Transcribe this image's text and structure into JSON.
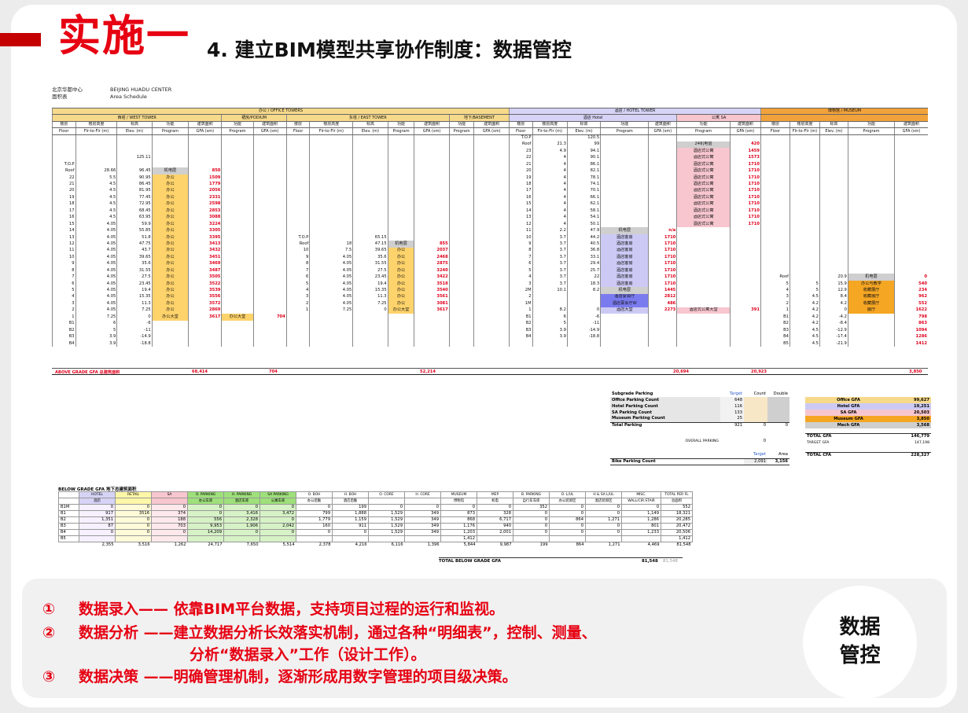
{
  "header": {
    "main_title": "实施一",
    "sub_title": "4. 建立BIM模型共享协作制度：数据管控"
  },
  "doc": {
    "head_cn": "北京华都中心",
    "head_cn2": "面积表",
    "head_en": "BEIJING HUADU CENTER",
    "head_en2": "Area Schedule",
    "groups": {
      "office": "办公 / OFFICE TOWERS",
      "west": "西塔 / WEST TOWER",
      "podium": "裙房/PODIUM",
      "east": "东塔 / EAST TOWER",
      "basement": "地下/BASEMENT",
      "hotel": "酒店 / HOTEL TOWER",
      "hotel_sub": "酒店 Hotel",
      "apt_sub": "公寓 SA",
      "museum": "博物馆 / MUSEUM"
    },
    "col_cn": [
      "楼层",
      "楼层高度",
      "标高",
      "功能",
      "建筑面积",
      "功能",
      "建筑面积",
      "楼层",
      "楼层高度",
      "标高",
      "功能",
      "建筑面积",
      "功能",
      "建筑面积",
      "楼层",
      "楼层高度",
      "标高",
      "功能",
      "建筑面积",
      "功能",
      "建筑面积",
      "楼层",
      "楼层高度",
      "标高",
      "功能",
      "建筑面积"
    ],
    "col_en": [
      "Floor",
      "Flr-to-Flr (m)",
      "Elev. (m)",
      "Program",
      "GFA (sm)",
      "Program",
      "GFA (sm)",
      "Floor",
      "Flr-to-Flr (m)",
      "Elev. (m)",
      "Program",
      "GFA (sm)",
      "Program",
      "GFA (sm)",
      "Floor",
      "Flr-to-Flr (m)",
      "Elev. (m)",
      "Program",
      "GFA (sm)",
      "Program",
      "GFA (sm)",
      "Floor",
      "Flr-to-Flr (m)",
      "Elev. (m)",
      "Program",
      "GFA (sm)"
    ],
    "rows": [
      [
        "",
        "",
        "",
        "",
        "",
        "",
        "",
        "",
        "",
        "",
        "",
        "",
        "",
        "",
        "T.O.P",
        "",
        "120.5",
        "",
        "",
        "",
        "",
        "",
        "",
        "",
        "",
        ""
      ],
      [
        "",
        "",
        "",
        "",
        "",
        "",
        "",
        "",
        "",
        "",
        "",
        "",
        "",
        "",
        "Roof",
        "21.3",
        "99",
        "",
        "",
        "24机电层",
        "420",
        "",
        "",
        "",
        "",
        ""
      ],
      [
        "",
        "",
        "",
        "",
        "",
        "",
        "",
        "",
        "",
        "",
        "",
        "",
        "",
        "",
        "23",
        "4.9",
        "94.1",
        "",
        "",
        "酒店式公寓",
        "1459",
        "",
        "",
        "",
        "",
        ""
      ],
      [
        "",
        "",
        "125.11",
        "",
        "",
        "",
        "",
        "",
        "",
        "",
        "",
        "",
        "",
        "",
        "22",
        "4",
        "90.1",
        "",
        "",
        "酒店式公寓",
        "1573",
        "",
        "",
        "",
        "",
        ""
      ],
      [
        "T.O.P",
        "",
        "",
        "",
        "",
        "",
        "",
        "",
        "",
        "",
        "",
        "",
        "",
        "",
        "21",
        "4",
        "86.1",
        "",
        "",
        "酒店式公寓",
        "1710",
        "",
        "",
        "",
        "",
        ""
      ],
      [
        "Roof",
        "28.66",
        "96.45",
        "机电层",
        "850",
        "",
        "",
        "",
        "",
        "",
        "",
        "",
        "",
        "",
        "20",
        "4",
        "82.1",
        "",
        "",
        "酒店式公寓",
        "1710",
        "",
        "",
        "",
        "",
        ""
      ],
      [
        "22",
        "5.5",
        "90.95",
        "办公",
        "1509",
        "",
        "",
        "",
        "",
        "",
        "",
        "",
        "",
        "",
        "19",
        "4",
        "78.1",
        "",
        "",
        "酒店式公寓",
        "1710",
        "",
        "",
        "",
        "",
        ""
      ],
      [
        "21",
        "4.5",
        "86.45",
        "办公",
        "1779",
        "",
        "",
        "",
        "",
        "",
        "",
        "",
        "",
        "",
        "18",
        "4",
        "74.1",
        "",
        "",
        "酒店式公寓",
        "1710",
        "",
        "",
        "",
        "",
        ""
      ],
      [
        "20",
        "4.5",
        "81.95",
        "办公",
        "2056",
        "",
        "",
        "",
        "",
        "",
        "",
        "",
        "",
        "",
        "17",
        "4",
        "70.1",
        "",
        "",
        "酒店式公寓",
        "1710",
        "",
        "",
        "",
        "",
        ""
      ],
      [
        "19",
        "4.5",
        "77.45",
        "办公",
        "2331",
        "",
        "",
        "",
        "",
        "",
        "",
        "",
        "",
        "",
        "16",
        "4",
        "66.1",
        "",
        "",
        "酒店式公寓",
        "1710",
        "",
        "",
        "",
        "",
        ""
      ],
      [
        "18",
        "4.5",
        "72.95",
        "办公",
        "2598",
        "",
        "",
        "",
        "",
        "",
        "",
        "",
        "",
        "",
        "15",
        "4",
        "62.1",
        "",
        "",
        "酒店式公寓",
        "1710",
        "",
        "",
        "",
        "",
        ""
      ],
      [
        "17",
        "4.5",
        "68.45",
        "办公",
        "2853",
        "",
        "",
        "",
        "",
        "",
        "",
        "",
        "",
        "",
        "14",
        "4",
        "58.1",
        "",
        "",
        "酒店式公寓",
        "1710",
        "",
        "",
        "",
        "",
        ""
      ],
      [
        "16",
        "4.5",
        "63.95",
        "办公",
        "3088",
        "",
        "",
        "",
        "",
        "",
        "",
        "",
        "",
        "",
        "13",
        "4",
        "54.1",
        "",
        "",
        "酒店式公寓",
        "1710",
        "",
        "",
        "",
        "",
        ""
      ],
      [
        "15",
        "4.05",
        "59.9",
        "办公",
        "3224",
        "",
        "",
        "",
        "",
        "",
        "",
        "",
        "",
        "",
        "12",
        "4",
        "50.1",
        "",
        "",
        "酒店式公寓",
        "1710",
        "",
        "",
        "",
        "",
        ""
      ],
      [
        "14",
        "4.05",
        "55.85",
        "办公",
        "3305",
        "",
        "",
        "",
        "",
        "",
        "",
        "",
        "",
        "",
        "11",
        "2.2",
        "47.9",
        "机电层",
        "n/a",
        "",
        "",
        "",
        "",
        "",
        "",
        ""
      ],
      [
        "13",
        "4.05",
        "51.8",
        "办公",
        "3395",
        "",
        "",
        "T.O.P",
        "",
        "65.15",
        "",
        "",
        "",
        "",
        "10",
        "3.7",
        "44.2",
        "酒店客房",
        "1710",
        "",
        "",
        "",
        "",
        "",
        "",
        ""
      ],
      [
        "12",
        "4.05",
        "47.75",
        "办公",
        "3413",
        "",
        "",
        "Roof",
        "18",
        "47.15",
        "机电层",
        "855",
        "",
        "",
        "9",
        "3.7",
        "40.5",
        "酒店客房",
        "1710",
        "",
        "",
        "",
        "",
        "",
        "",
        ""
      ],
      [
        "11",
        "4.05",
        "43.7",
        "办公",
        "3432",
        "",
        "",
        "10",
        "7.5",
        "39.65",
        "办公",
        "2037",
        "",
        "",
        "8",
        "3.7",
        "36.8",
        "酒店客房",
        "1710",
        "",
        "",
        "",
        "",
        "",
        "",
        ""
      ],
      [
        "10",
        "4.05",
        "39.65",
        "办公",
        "3451",
        "",
        "",
        "9",
        "4.05",
        "35.6",
        "办公",
        "2468",
        "",
        "",
        "7",
        "3.7",
        "33.1",
        "酒店客房",
        "1710",
        "",
        "",
        "",
        "",
        "",
        "",
        ""
      ],
      [
        "9",
        "4.05",
        "35.6",
        "办公",
        "3469",
        "",
        "",
        "8",
        "4.05",
        "31.55",
        "办公",
        "2875",
        "",
        "",
        "6",
        "3.7",
        "29.4",
        "酒店客房",
        "1710",
        "",
        "",
        "",
        "",
        "",
        "",
        ""
      ],
      [
        "8",
        "4.05",
        "31.55",
        "办公",
        "3487",
        "",
        "",
        "7",
        "4.05",
        "27.5",
        "办公",
        "3240",
        "",
        "",
        "5",
        "3.7",
        "25.7",
        "酒店客房",
        "1710",
        "",
        "",
        "",
        "",
        "",
        "",
        ""
      ],
      [
        "7",
        "4.05",
        "27.5",
        "办公",
        "3505",
        "",
        "",
        "6",
        "4.05",
        "23.45",
        "办公",
        "3422",
        "",
        "",
        "4",
        "3.7",
        "22",
        "酒店客房",
        "1710",
        "",
        "",
        "Roof",
        "",
        "20.9",
        "机电层",
        "0"
      ],
      [
        "6",
        "4.05",
        "23.45",
        "办公",
        "3522",
        "",
        "",
        "5",
        "4.05",
        "19.4",
        "办公",
        "3518",
        "",
        "",
        "3",
        "3.7",
        "18.3",
        "酒店客房",
        "1710",
        "",
        "",
        "5",
        "5",
        "15.9",
        "办公与教学",
        "540"
      ],
      [
        "5",
        "4.05",
        "19.4",
        "办公",
        "3539",
        "",
        "",
        "4",
        "4.05",
        "15.35",
        "办公",
        "3540",
        "",
        "",
        "2M",
        "10.1",
        "8.2",
        "机电层",
        "1445",
        "",
        "",
        "4",
        "5",
        "12.9",
        "收藏展厅",
        "234"
      ],
      [
        "4",
        "4.05",
        "15.35",
        "办公",
        "3556",
        "",
        "",
        "3",
        "4.05",
        "11.3",
        "办公",
        "3561",
        "",
        "",
        "2",
        "",
        "",
        "酒店宴会厅",
        "2812",
        "",
        "",
        "3",
        "4.5",
        "8.4",
        "收藏展厅",
        "962"
      ],
      [
        "3",
        "4.05",
        "11.3",
        "办公",
        "3572",
        "",
        "",
        "2",
        "4.05",
        "7.25",
        "办公",
        "3081",
        "",
        "",
        "1M",
        "",
        "",
        "酒店宴会厅W",
        "486",
        "",
        "",
        "2",
        "4.2",
        "4.2",
        "收藏展厅",
        "552"
      ],
      [
        "2",
        "4.05",
        "7.25",
        "办公",
        "2869",
        "",
        "",
        "1",
        "7.25",
        "0",
        "办公大堂",
        "3617",
        "",
        "",
        "1",
        "8.2",
        "0",
        "酒店大堂",
        "2273",
        "酒店式公寓大堂",
        "391",
        "1",
        "4.2",
        "0",
        "展厅",
        "1622"
      ],
      [
        "1",
        "7.25",
        "0",
        "办公大堂",
        "3617",
        "办公大堂",
        "704",
        "",
        "",
        "",
        "",
        "",
        "",
        "",
        "B1",
        "6",
        "-6",
        "",
        "",
        "",
        "",
        "B1",
        "4.2",
        "-4.2",
        "",
        "798"
      ],
      [
        "B1",
        "6",
        "-6",
        "",
        "",
        "",
        "",
        "",
        "",
        "",
        "",
        "",
        "",
        "",
        "B2",
        "5",
        "-11",
        "",
        "",
        "",
        "",
        "B2",
        "4.2",
        "-8.4",
        "",
        "863"
      ],
      [
        "B2",
        "5",
        "-11",
        "",
        "",
        "",
        "",
        "",
        "",
        "",
        "",
        "",
        "",
        "",
        "B3",
        "3.9",
        "-14.9",
        "",
        "",
        "",
        "",
        "B3",
        "4.5",
        "-12.9",
        "",
        "1094"
      ],
      [
        "B3",
        "3.9",
        "-14.9",
        "",
        "",
        "",
        "",
        "",
        "",
        "",
        "",
        "",
        "",
        "",
        "B4",
        "3.9",
        "-18.8",
        "",
        "",
        "",
        "",
        "B4",
        "4.5",
        "-17.4",
        "",
        "1286"
      ],
      [
        "B4",
        "3.9",
        "-18.8",
        "",
        "",
        "",
        "",
        "",
        "",
        "",
        "",
        "",
        "",
        "",
        "",
        "",
        "",
        "",
        "",
        "",
        "",
        "B5",
        "4.5",
        "-21.9",
        "",
        "1412"
      ]
    ],
    "above_grade": {
      "label": "ABOVE GRADE GFA 总建筑面积",
      "office": "68,414",
      "podium": "704",
      "east": "52,214",
      "hotel": "20,694",
      "apt": "20,923",
      "museum": "3,850"
    },
    "parking": {
      "title": "Subgrade Parking",
      "h_target": "Target",
      "h_count": "Count",
      "h_double": "Double",
      "rows": [
        [
          "Office Parking Count",
          "648",
          "",
          ""
        ],
        [
          "Hotel Parking Count",
          "116",
          "",
          ""
        ],
        [
          "SA Parking Count",
          "133",
          "",
          ""
        ],
        [
          "Museum Parking Count",
          "25",
          "",
          ""
        ],
        [
          "Total Parking",
          "921",
          "0",
          "0"
        ]
      ],
      "overall": "OVERALL PARKING",
      "overall_val": "0"
    },
    "gfa_summary": {
      "rows": [
        [
          "Office GFA",
          "99,627"
        ],
        [
          "Hotel GFA",
          "19,251"
        ],
        [
          "SA GFA",
          "20,503"
        ],
        [
          "Museum GFA",
          "3,850"
        ],
        [
          "Mech GFA",
          "3,568"
        ]
      ],
      "total_label": "TOTAL GFA",
      "total_val": "146,779",
      "target_label": "TARGET GFA",
      "target_val": "147,198",
      "total_cfa_label": "TOTAL CFA",
      "total_cfa_val": "228,327"
    },
    "bike": {
      "h_target": "Target",
      "h_area": "Area",
      "label": "Bike Parking Count",
      "target": "2,091",
      "area": "3,156"
    },
    "below": {
      "title": "BELOW GRADE GFA 地下总建筑面积",
      "headers": [
        "",
        "HOTEL",
        "RETAIL",
        "SA",
        "O. PARKING",
        "H. PARKING",
        "SA PARKING",
        "O. BOH",
        "H. BOH",
        "O. CORE",
        "H. CORE",
        "MUSEUM",
        "MEP",
        "B. PARKING",
        "O. L/UL",
        "H & SA L/UL",
        "MISC.",
        "TOTAL PER FL"
      ],
      "headers2": [
        "",
        "酒店",
        "",
        "",
        "办公车库",
        "酒店车库",
        "公寓车库",
        "办公后勤",
        "酒店后勤",
        "",
        "",
        "博物馆",
        "机电",
        "自行车车库",
        "办公装卸区",
        "酒店装卸区",
        "WALL/CIR.STAIR",
        "总面积"
      ],
      "rows": [
        [
          "B1M",
          "0",
          "0",
          "0",
          "0",
          "0",
          "0",
          "0",
          "199",
          "0",
          "0",
          "0",
          "0",
          "352",
          "0",
          "0",
          "0",
          "552"
        ],
        [
          "B1",
          "917",
          "3516",
          "374",
          "0",
          "3,416",
          "3,472",
          "799",
          "1,888",
          "1,529",
          "349",
          "873",
          "328",
          "0",
          "0",
          "0",
          "1,149",
          "18,321"
        ],
        [
          "B2",
          "1,351",
          "0",
          "188",
          "556",
          "2,328",
          "0",
          "1,779",
          "1,159",
          "1,529",
          "349",
          "868",
          "6,717",
          "0",
          "864",
          "1,271",
          "1,286",
          "20,285"
        ],
        [
          "B3",
          "87",
          "0",
          "703",
          "9,953",
          "1,906",
          "2,042",
          "160",
          "911",
          "1,529",
          "349",
          "1,176",
          "940",
          "0",
          "0",
          "0",
          "801",
          "20,472"
        ],
        [
          "B4",
          "0",
          "0",
          "0",
          "14,209",
          "0",
          "0",
          "0",
          "0",
          "1,529",
          "349",
          "1,203",
          "2,001",
          "0",
          "0",
          "0",
          "1,233",
          "20,506"
        ],
        [
          "B5",
          "",
          "",
          "",
          "",
          "",
          "",
          "",
          "",
          "",
          "",
          "1,412",
          "",
          "",
          "",
          "",
          "",
          "1,412"
        ],
        [
          "",
          "2,355",
          "3,516",
          "1,262",
          "24,717",
          "7,650",
          "5,514",
          "2,378",
          "4,216",
          "6,116",
          "1,396",
          "5,844",
          "9,987",
          "199",
          "864",
          "1,271",
          "4,469",
          "81,548"
        ]
      ],
      "side_vals": [
        "552",
        "18,321",
        "20,285",
        "20,472",
        "20,506",
        "1,412"
      ],
      "total_label": "TOTAL BELOW GRADE GFA",
      "total_val": "81,548",
      "total_val2": "81,548"
    }
  },
  "points": {
    "p1_num": "①",
    "p1": "数据录入—— 依靠BIM平台数据，支持项目过程的运行和监视。",
    "p2_num": "②",
    "p2": "数据分析 ——建立数据分析长效落实机制，通过各种“明细表”，控制、测量、",
    "p2b": "分析“数据录入”工作（设计工作）。",
    "p3_num": "③",
    "p3": "数据决策 ——明确管理机制，逐渐形成用数字管理的项目级决策。"
  },
  "badge": {
    "line1": "数据",
    "line2": "管控"
  },
  "colors": {
    "accent_red": "#e60012",
    "office_yellow": "#ffd36b",
    "hotel_lavender": "#cccaf5",
    "apt_pink": "#f7c6cf",
    "museum_orange": "#f5a623"
  }
}
